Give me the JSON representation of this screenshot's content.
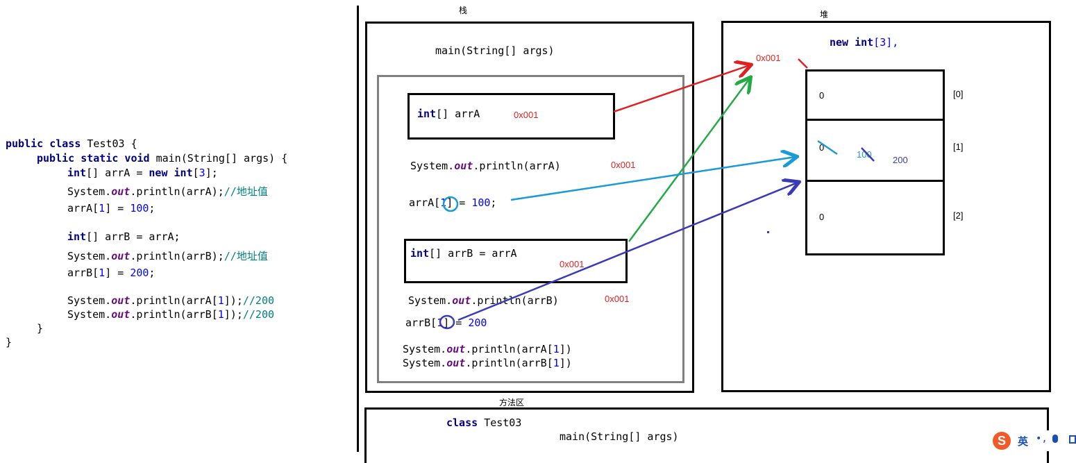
{
  "code": {
    "line1": {
      "kw": "public class",
      "rest": " Test03 {"
    },
    "line2": {
      "kw": "public static void",
      "rest": " main(String[] args) {"
    },
    "line3": {
      "kw1": "int",
      "mid": "[] arrA = ",
      "kw2": "new int",
      "p1": "[",
      "n": "3",
      "p2": "];"
    },
    "line4": {
      "a": "System.",
      "out": "out",
      "b": ".println(arrA);",
      "c": "//",
      "cn": "地址值"
    },
    "line5": {
      "a": "arrA[",
      "n1": "1",
      "b": "] = ",
      "n2": "100",
      "c": ";"
    },
    "line6": {
      "kw": "int",
      "rest": "[] arrB = arrA;"
    },
    "line7": {
      "a": "System.",
      "out": "out",
      "b": ".println(arrB);",
      "c": "//",
      "cn": "地址值"
    },
    "line8": {
      "a": "arrB[",
      "n1": "1",
      "b": "] = ",
      "n2": "200",
      "c": ";"
    },
    "line9": {
      "a": "System.",
      "out": "out",
      "b": ".println(arrA[",
      "n": "1",
      "c": "]);",
      "cm": "//200"
    },
    "line10": {
      "a": "System.",
      "out": "out",
      "b": ".println(arrB[",
      "n": "1",
      "c": "]);",
      "cm": "//200"
    },
    "close1": "}",
    "close2": "}"
  },
  "stack": {
    "label": "栈",
    "method": "main(String[] args)",
    "arrA_kw": "int",
    "arrA_rest": "[] arrA",
    "arrA_addr": "0x001",
    "print_arrA": {
      "a": "System.",
      "out": "out",
      "b": ".println(arrA)"
    },
    "print_arrA_addr": "0x001",
    "assignA": {
      "a": "arrA[",
      "n1": "1",
      "b": "] = ",
      "n2": "100",
      "c": ";"
    },
    "arrB_kw": "int",
    "arrB_rest": "[] arrB = arrA",
    "arrB_addr": "0x001",
    "print_arrB": {
      "a": "System.",
      "out": "out",
      "b": ".println(arrB)"
    },
    "print_arrB_addr": "0x001",
    "assignB": {
      "a": "arrB[",
      "n1": "1",
      "b": "] = ",
      "n2": "200"
    },
    "print_arrA1": {
      "a": "System.",
      "out": "out",
      "b": ".println(arrA[",
      "n": "1",
      "c": "])"
    },
    "print_arrB1": {
      "a": "System.",
      "out": "out",
      "b": ".println(arrB[",
      "n": "1",
      "c": "])"
    }
  },
  "heap": {
    "label": "堆",
    "title_kw": "new int",
    "title_rest": "[3],",
    "addr": "0x001",
    "cells": [
      {
        "value": "0",
        "index": "[0]"
      },
      {
        "value": "0",
        "old": "100",
        "new": "200",
        "index": "[1]"
      },
      {
        "value": "0",
        "index": "[2]"
      }
    ]
  },
  "method_area": {
    "label": "方法区",
    "class_kw": "class",
    "class_name": " Test03",
    "method": "main(String[] args)"
  },
  "ime": {
    "lang": "英"
  },
  "colors": {
    "red": "#e02020",
    "green": "#22aa44",
    "cyan": "#1a9ad6",
    "purple": "#3a3ab8"
  }
}
